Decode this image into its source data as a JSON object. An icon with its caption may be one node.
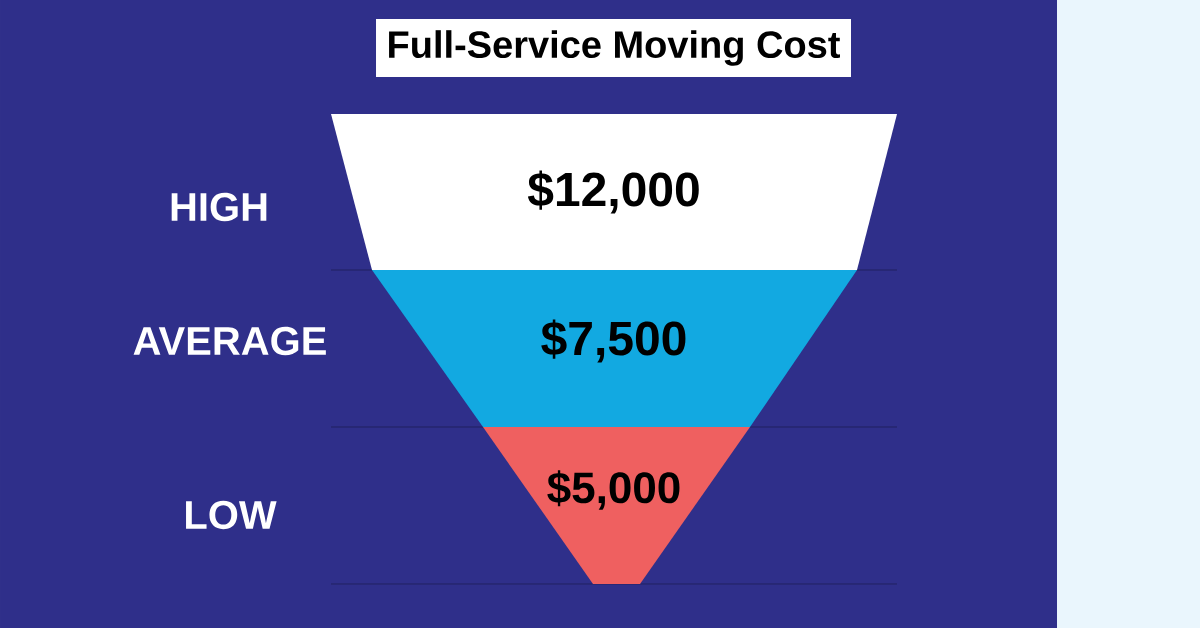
{
  "diagram": {
    "title": "Full-Service Moving Cost",
    "nodes": [
      {
        "text": [
          "$12,000"
        ]
      },
      {
        "text": [
          "$7,500"
        ]
      },
      {
        "text": [
          "$5,000"
        ]
      }
    ],
    "labels": [
      "HIGH",
      "AVERAGE",
      "LOW"
    ]
  }
}
